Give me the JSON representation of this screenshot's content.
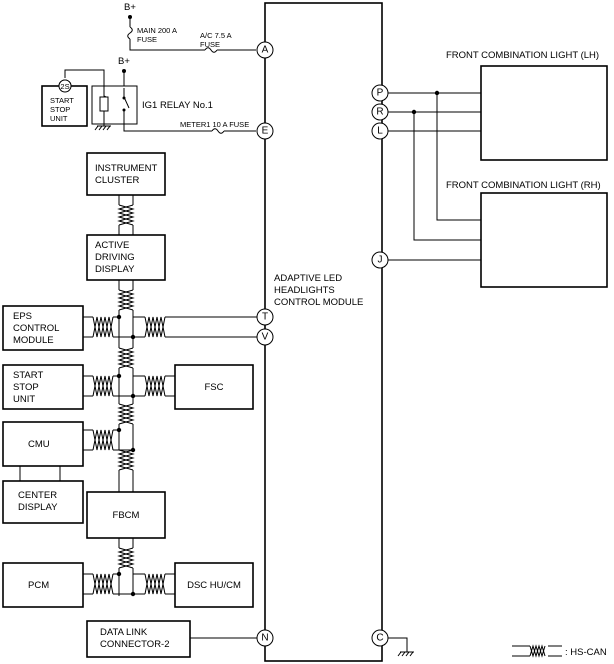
{
  "power": {
    "bplus_top": "B+",
    "bplus_relay": "B+",
    "main_fuse": [
      "MAIN 200 A",
      "FUSE"
    ],
    "ac_fuse": [
      "A/C 7.5 A",
      "FUSE"
    ],
    "meter_fuse": "METER1 10 A FUSE",
    "ig_relay": "IG1 RELAY No.1",
    "relay_pin": "2S"
  },
  "module": {
    "name": [
      "ADAPTIVE LED",
      "HEADLIGHTS",
      "CONTROL MODULE"
    ]
  },
  "pins": {
    "A": "A",
    "E": "E",
    "T": "T",
    "V": "V",
    "N": "N",
    "P": "P",
    "R": "R",
    "L": "L",
    "J": "J",
    "C": "C"
  },
  "components": {
    "start_stop_top": [
      "START",
      "STOP",
      "UNIT"
    ],
    "instrument_cluster": [
      "INSTRUMENT",
      "CLUSTER"
    ],
    "active_display": [
      "ACTIVE",
      "DRIVING",
      "DISPLAY"
    ],
    "eps": [
      "EPS",
      "CONTROL",
      "MODULE"
    ],
    "start_stop": [
      "START",
      "STOP",
      "UNIT"
    ],
    "fsc": "FSC",
    "cmu": "CMU",
    "center_display": [
      "CENTER",
      "DISPLAY"
    ],
    "fbcm": "FBCM",
    "pcm": "PCM",
    "dsc": "DSC HU/CM",
    "dlc": [
      "DATA LINK",
      "CONNECTOR-2"
    ],
    "light_lh": "FRONT COMBINATION LIGHT (LH)",
    "light_rh": "FRONT COMBINATION LIGHT (RH)"
  },
  "legend": {
    "hs_can": ": HS-CAN"
  }
}
